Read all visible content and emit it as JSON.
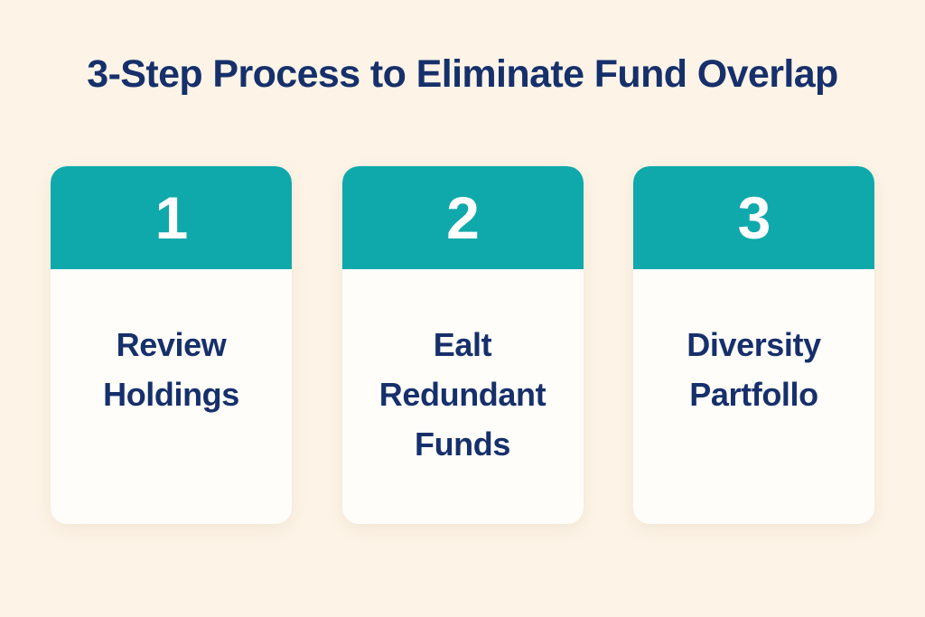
{
  "poster": {
    "title": "3-Step Process to Eliminate Fund Overlap",
    "background_color": "#FDF4E7",
    "accent_color": "#0FA9AC",
    "text_color": "#16306B",
    "card_background_color": "#FFFDFA",
    "number_text_color": "#FFFFFF"
  },
  "steps": [
    {
      "number": "1",
      "label": "Review\nHoldings"
    },
    {
      "number": "2",
      "label": "Ealt\nRedundant\nFunds"
    },
    {
      "number": "3",
      "label": "Diversity\nPartfollo"
    }
  ]
}
